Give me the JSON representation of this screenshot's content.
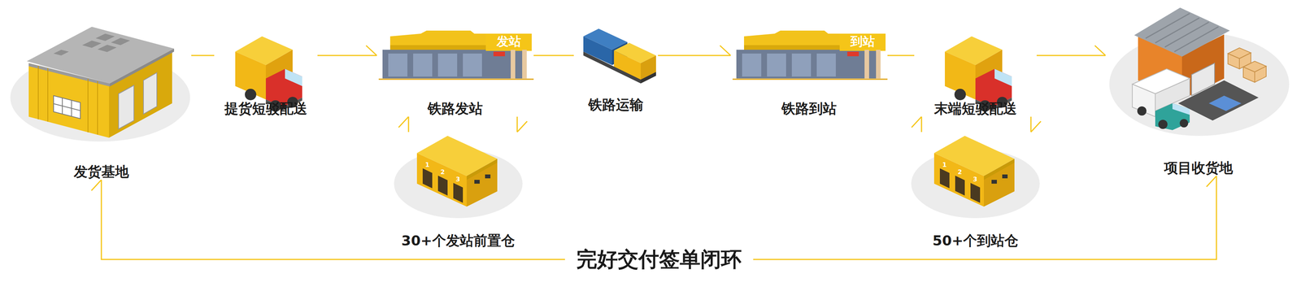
{
  "diagram": {
    "nodes": [
      {
        "text": [
          "发货基地"
        ]
      },
      {
        "text": [
          "提货短驳配送"
        ]
      },
      {
        "text": [
          "铁路发站"
        ]
      },
      {
        "text": [
          "30+个发站前置仓"
        ]
      },
      {
        "text": [
          "铁路运输"
        ]
      },
      {
        "text": [
          "铁路到站"
        ]
      },
      {
        "text": [
          "末端短驳配送"
        ]
      },
      {
        "text": [
          "50+个到站仓"
        ]
      },
      {
        "text": [
          "项目收货地"
        ]
      }
    ],
    "edges": [
      {
        "from": 0,
        "to": 1,
        "arrow": "none"
      },
      {
        "from": 1,
        "to": 2,
        "arrow": "to"
      },
      {
        "from": 2,
        "to": 3,
        "arrow": "to"
      },
      {
        "from": 3,
        "to": 2,
        "arrow": "to"
      },
      {
        "from": 2,
        "to": 4,
        "arrow": "none"
      },
      {
        "from": 4,
        "to": 5,
        "arrow": "to"
      },
      {
        "from": 5,
        "to": 6,
        "arrow": "none"
      },
      {
        "from": 6,
        "to": 7,
        "arrow": "to"
      },
      {
        "from": 7,
        "to": 6,
        "arrow": "to"
      },
      {
        "from": 6,
        "to": 8,
        "arrow": "to"
      },
      {
        "from": 8,
        "to": 0,
        "label": "完好交付签单闭环",
        "arrow": "both"
      }
    ],
    "labels": [
      "发站",
      "到站",
      "1",
      "2",
      "3",
      "1",
      "2",
      "3"
    ]
  }
}
